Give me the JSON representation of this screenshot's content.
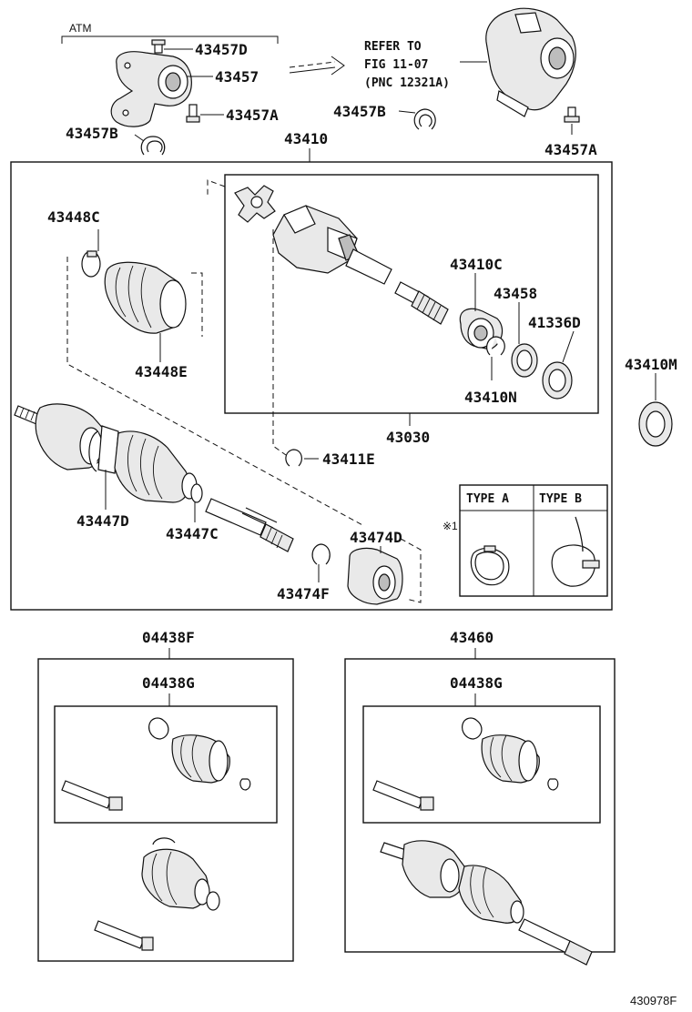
{
  "labels": {
    "atm": "ATM",
    "p43457D": "43457D",
    "p43457": "43457",
    "p43457A_left": "43457A",
    "p43457B_left": "43457B",
    "refer_line1": "REFER TO",
    "refer_line2": "FIG 11-07",
    "refer_line3": "(PNC 12321A)",
    "p43457B_right": "43457B",
    "p43457A_right": "43457A",
    "p43410": "43410",
    "p43448C": "43448C",
    "p43448E": "43448E",
    "p43410C": "43410C",
    "p43458": "43458",
    "p41336D": "41336D",
    "p43410N": "43410N",
    "p43030": "43030",
    "p43410M": "43410M",
    "p43411E": "43411E",
    "p43447D": "43447D",
    "p43447C": "43447C",
    "p43474D": "43474D",
    "p43474F": "43474F",
    "type_a": "TYPE A",
    "type_b": "TYPE B",
    "ref_mark_1": "※1",
    "ref_mark_2": "※1",
    "p04438F": "04438F",
    "p04438G_left": "04438G",
    "p43460": "43460",
    "p04438G_right": "04438G",
    "fig_number": "430978F"
  }
}
